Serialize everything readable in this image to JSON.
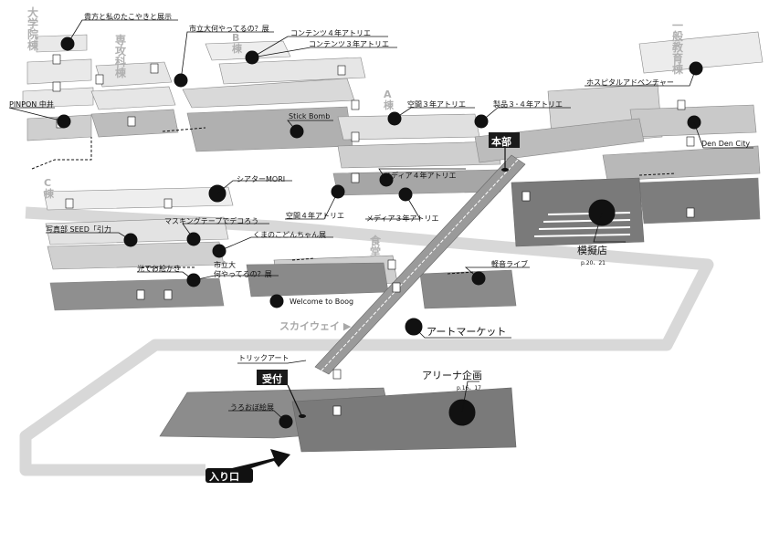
{
  "buildings": {
    "daigakuin": "大学院棟",
    "senkou": "専攻科棟",
    "b": "B棟",
    "a": "A棟",
    "c": "C棟",
    "ippan": "一般教育棟",
    "shokudo": "食堂"
  },
  "skyway": "スカイウェイ",
  "exhibits": {
    "kashikata": "貴方と私のたこやきと展示",
    "shiritsu_dainani": "市立大何やってるの？展",
    "contents4": "コンテンツ４年アトリエ",
    "contents3": "コンテンツ３年アトリエ",
    "pinpon": "PINPON 中井",
    "hospital": "ホスピタルアドベンチャー",
    "kuukan3": "空間３年アトリエ",
    "seihin34": "製品３･４年アトリエ",
    "stickbomb": "Stick Bomb",
    "dendencity": "Den Den City",
    "media4": "メディア４年アトリエ",
    "theater": "シアターMORI",
    "kuukan4": "空間４年アトリエ",
    "media3": "メディア３年アトリエ",
    "shashinbu": "写真部 SEED「引力",
    "masking": "マスキングテープでデコろう",
    "kumamon": "くまのこどんちゃん展",
    "hikari": "光でお絵かき",
    "shiritsu2_a": "市立大",
    "shiritsu2_b": "何やってるの？展",
    "keion": "軽音ライブ",
    "welcome": "Welcome to Boog",
    "artmarket": "アートマーケット",
    "trickart": "トリックアート",
    "uroobo": "うろおぼ絵展",
    "arena": "アリーナ企画",
    "arena_page": "p.16、17",
    "mogiten": "模擬店",
    "mogiten_page": "p.20、21"
  },
  "tags": {
    "honbu": "本部",
    "uketsuke": "受付",
    "entrance": "入り口"
  }
}
